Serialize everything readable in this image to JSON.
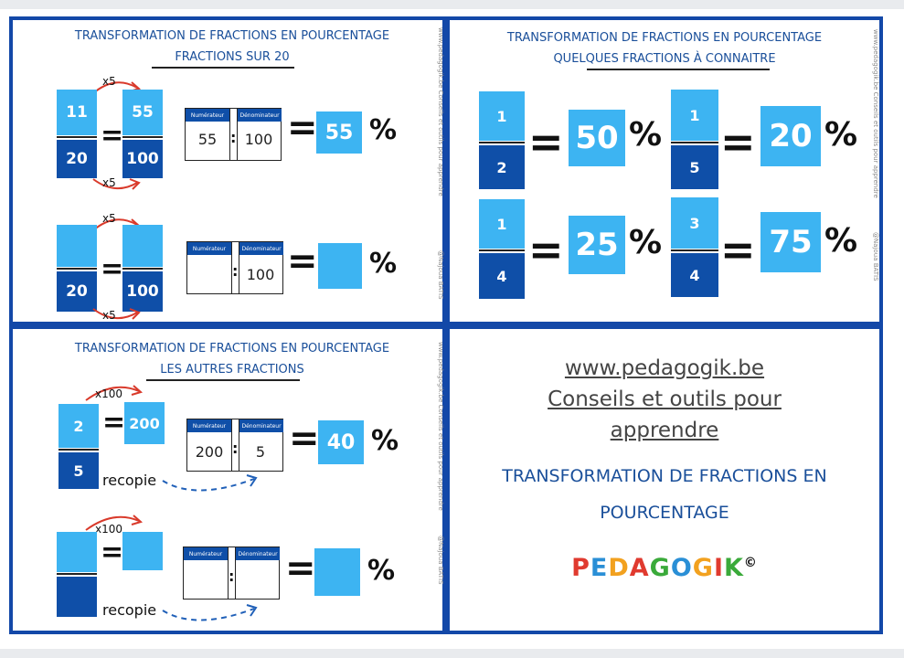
{
  "colors": {
    "border": "#1348a8",
    "light_blue": "#3db4f2",
    "dark_blue": "#0f4fa8",
    "title": "#1a4f9a",
    "arrow": "#d93a2b",
    "dashed": "#2060b8"
  },
  "panel1": {
    "title": "TRANSFORMATION DE FRACTIONS EN POURCENTAGE",
    "subtitle": "FRACTIONS SUR 20",
    "ex1": {
      "num": "11",
      "den": "20",
      "num2": "55",
      "den2": "100",
      "mult": "x5",
      "box_num": "55",
      "box_den": "100",
      "result": "55"
    },
    "ex2": {
      "den": "20",
      "den2": "100",
      "mult": "x5",
      "box_den": "100"
    },
    "side_text": "www.pedagogik.be Conseils et outils pour apprendre",
    "author": "@Najoua BATIS"
  },
  "panel2": {
    "title": "TRANSFORMATION DE FRACTIONS EN POURCENTAGE",
    "subtitle": "QUELQUES FRACTIONS À CONNAITRE",
    "items": [
      {
        "num": "1",
        "den": "2",
        "pct": "50"
      },
      {
        "num": "1",
        "den": "5",
        "pct": "20"
      },
      {
        "num": "1",
        "den": "4",
        "pct": "25"
      },
      {
        "num": "3",
        "den": "4",
        "pct": "75"
      }
    ],
    "side_text": "www.pedagogik.be Conseils et outils pour apprendre",
    "author": "@Najoua BATIS"
  },
  "panel3": {
    "title": "TRANSFORMATION DE FRACTIONS EN POURCENTAGE",
    "subtitle": "LES AUTRES FRACTIONS",
    "ex1": {
      "num": "2",
      "den": "5",
      "num2": "200",
      "mult": "x100",
      "copy": "recopie",
      "box_num": "200",
      "box_den": "5",
      "result": "40"
    },
    "ex2": {
      "mult": "x100",
      "copy": "recopie"
    },
    "side_text": "www.pedagogik.be Conseils et outils pour apprendre",
    "author": "@Najoua BATIS"
  },
  "panel4": {
    "link1": "www.pedagogik.be",
    "link2": "Conseils et outils pour",
    "link3": "apprendre",
    "title1": "TRANSFORMATION DE FRACTIONS EN",
    "title2": "POURCENTAGE",
    "logo": [
      "P",
      "E",
      "D",
      "A",
      "G",
      "O",
      "G",
      "I",
      "K"
    ],
    "copyright": "©"
  },
  "labels": {
    "numerateur": "Numérateur",
    "denominateur": "Dénominateur",
    "percent": "%",
    "equals": "=",
    "colon": ":"
  }
}
